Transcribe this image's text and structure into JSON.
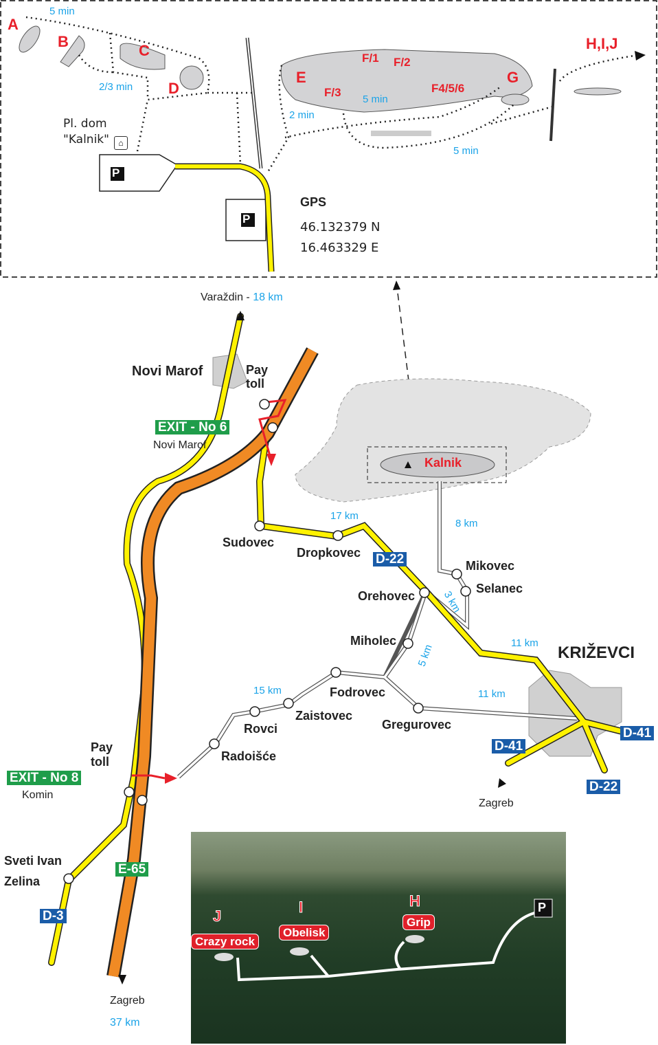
{
  "detail_map": {
    "sectors": [
      "A",
      "B",
      "C",
      "D",
      "E",
      "F/1",
      "F/2",
      "F/3",
      "F4/5/6",
      "G",
      "H,I,J"
    ],
    "times": {
      "to_a": "5 min",
      "to_d": "2/3 min",
      "to_e": "2 min",
      "to_f": "5 min",
      "to_g": "5 min"
    },
    "hut": {
      "line1": "Pl. dom",
      "line2": "\"Kalnik\""
    },
    "parking": "P",
    "gps": {
      "title": "GPS",
      "lat": "46.132379 N",
      "lon": "16.463329 E"
    }
  },
  "road_map": {
    "varazdin": {
      "name": "Varaždin - ",
      "dist": "18 km"
    },
    "novi_marof": "Novi Marof",
    "pay_toll_1": {
      "l1": "Pay",
      "l2": "toll"
    },
    "exit6": "EXIT - No 6",
    "exit6_sub": "Novi Marof",
    "kalnik": "Kalnik",
    "dists": {
      "d8": "8 km",
      "d17": "17 km",
      "d3": "3 km",
      "d5": "5 km",
      "d11a": "11 km",
      "d15": "15 km",
      "d11b": "11 km"
    },
    "places": {
      "sudovec": "Sudovec",
      "dropkovec": "Dropkovec",
      "mikovec": "Mikovec",
      "selanec": "Selanec",
      "orehovec": "Orehovec",
      "miholec": "Miholec",
      "krizevci": "KRIŽEVCI",
      "fodrovec": "Fodrovec",
      "zaistovec": "Zaistovec",
      "rovci": "Rovci",
      "gregurovec": "Gregurovec",
      "radoisce": "Radoišće",
      "sveti1": "Sveti Ivan",
      "sveti2": "Zelina"
    },
    "roads": {
      "d22a": "D-22",
      "d41a": "D-41",
      "d41b": "D-41",
      "d22b": "D-22",
      "e65": "E-65",
      "d3": "D-3"
    },
    "pay_toll_2": {
      "l1": "Pay",
      "l2": "toll"
    },
    "exit8": "EXIT - No 8",
    "exit8_sub": "Komin",
    "zagreb_east": "Zagreb",
    "zagreb_south": "Zagreb",
    "zagreb_dist": "37 km"
  },
  "photo": {
    "j": "J",
    "i": "I",
    "h": "H",
    "crazy": "Crazy rock",
    "obelisk": "Obelisk",
    "grip": "Grip",
    "parking": "P"
  },
  "colors": {
    "motorway": "#f08a24",
    "road": "#fff200",
    "red": "#e8202a",
    "blue_text": "#1aa3e8"
  }
}
